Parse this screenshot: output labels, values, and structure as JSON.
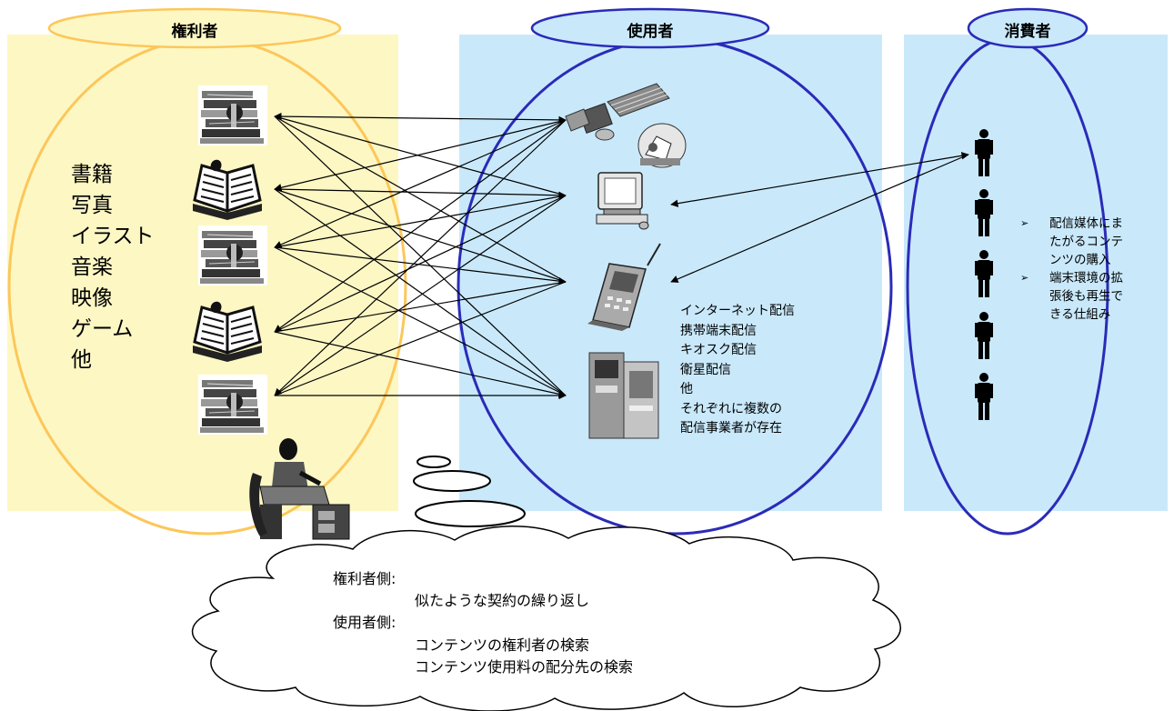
{
  "headers": {
    "rights_holders": "権利者",
    "users": "使用者",
    "consumers": "消費者"
  },
  "content_types": [
    "書籍",
    "写真",
    "イラスト",
    "音楽",
    "映像",
    "ゲーム",
    "他"
  ],
  "distribution_channels": [
    "インターネット配信",
    "携帯端末配信",
    "キオスク配信",
    "衛星配信",
    "他",
    "それぞれに複数の",
    "配信事業者が存在"
  ],
  "consumer_notes": [
    {
      "lines": [
        "配信媒体にま",
        "たがるコンテ",
        "ンツの購入"
      ]
    },
    {
      "lines": [
        "端末環境の拡",
        "張後も再生で",
        "きる仕組み"
      ]
    }
  ],
  "bullet_symbol": "➢",
  "cloud": {
    "rights_side_label": "権利者側:",
    "rights_side_issue": "似たような契約の繰り返し",
    "user_side_label": "使用者側:",
    "user_side_issue_1": "コンテンツの権利者の検索",
    "user_side_issue_2": "コンテンツ使用料の配分先の検索"
  },
  "icons": {
    "rights_items": [
      "books-icon",
      "open-book-icon",
      "books-icon",
      "open-book-icon",
      "books-icon"
    ],
    "channels": [
      "satellite-icon",
      "computer-icon",
      "mobile-phone-icon",
      "kiosk-icon"
    ],
    "consumers": [
      "person-icon",
      "person-icon",
      "person-icon",
      "person-icon",
      "person-icon"
    ],
    "thinker": "person-at-desk-icon"
  },
  "colors": {
    "rights_panel": "#fdf7c4",
    "users_panel": "#c9e9fb",
    "rights_ellipse": "#fcc75a",
    "users_ellipse": "#2b2bb8"
  }
}
